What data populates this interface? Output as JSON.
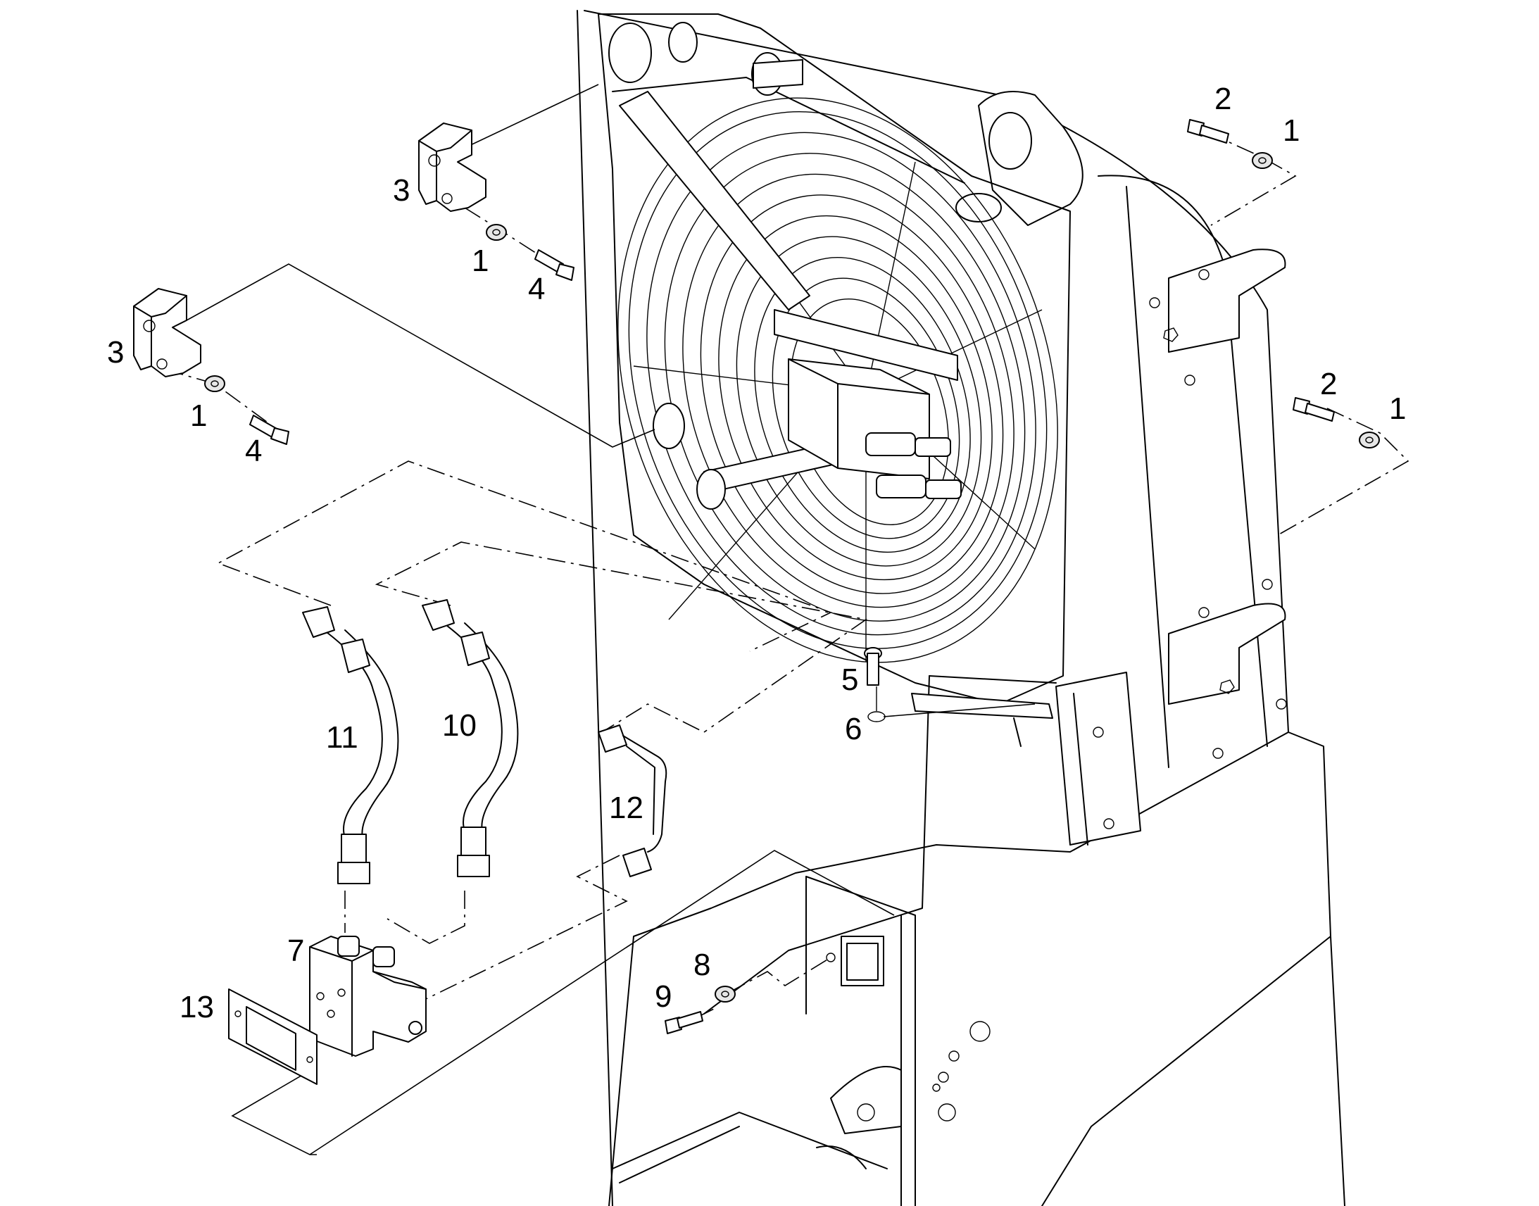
{
  "callouts": {
    "c1_top_right": "1",
    "c2_top_right": "2",
    "c1_mid_right": "1",
    "c2_mid_right": "2",
    "c3_upper": "3",
    "c1_upper": "1",
    "c4_upper": "4",
    "c3_lower": "3",
    "c1_lower": "1",
    "c4_lower": "4",
    "c5": "5",
    "c6": "6",
    "c7": "7",
    "c8": "8",
    "c9": "9",
    "c10": "10",
    "c11": "11",
    "c12": "12",
    "c13": "13"
  }
}
